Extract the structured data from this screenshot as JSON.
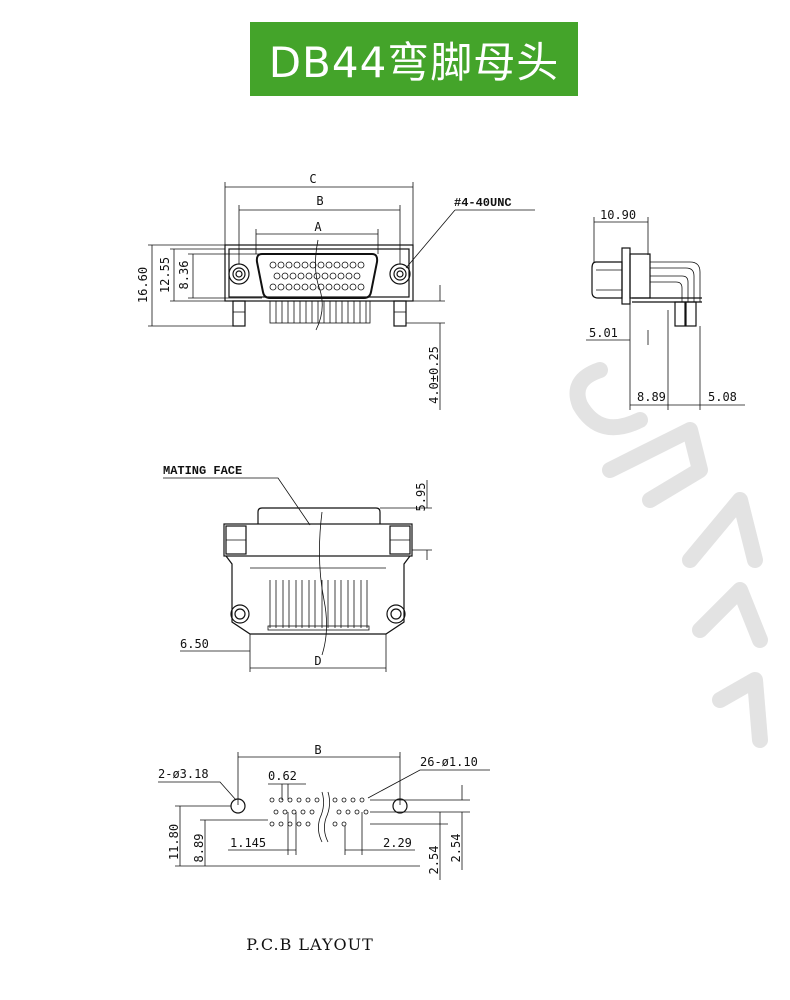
{
  "title": "DB44弯脚母头",
  "colors": {
    "title_background": "#44a42a",
    "title_text": "#ffffff",
    "line": "#111111"
  },
  "front_view": {
    "dim_c": "C",
    "dim_b": "B",
    "dim_a": "A",
    "dim_16_60": "16.60",
    "dim_12_55": "12.55",
    "dim_8_36": "8.36",
    "thread": "#4-40UNC",
    "dim_4_0": "4.0±0.25"
  },
  "side_view": {
    "dim_10_90": "10.90",
    "dim_5_01": "5.01",
    "dim_8_89": "8.89",
    "dim_5_08": "5.08"
  },
  "bottom_view": {
    "mating_face": "MATING FACE",
    "dim_5_95": "5.95",
    "dim_6_50": "6.50",
    "dim_d": "D"
  },
  "pcb_layout": {
    "dim_b": "B",
    "holes_mount": "2-ø3.18",
    "holes_pins": "26-ø1.10",
    "dim_0_62": "0.62",
    "dim_11_80": "11.80",
    "dim_8_89": "8.89",
    "dim_1_145": "1.145",
    "dim_2_29": "2.29",
    "dim_2_54_a": "2.54",
    "dim_2_54_b": "2.54",
    "caption": "P.C.B LAYOUT"
  }
}
